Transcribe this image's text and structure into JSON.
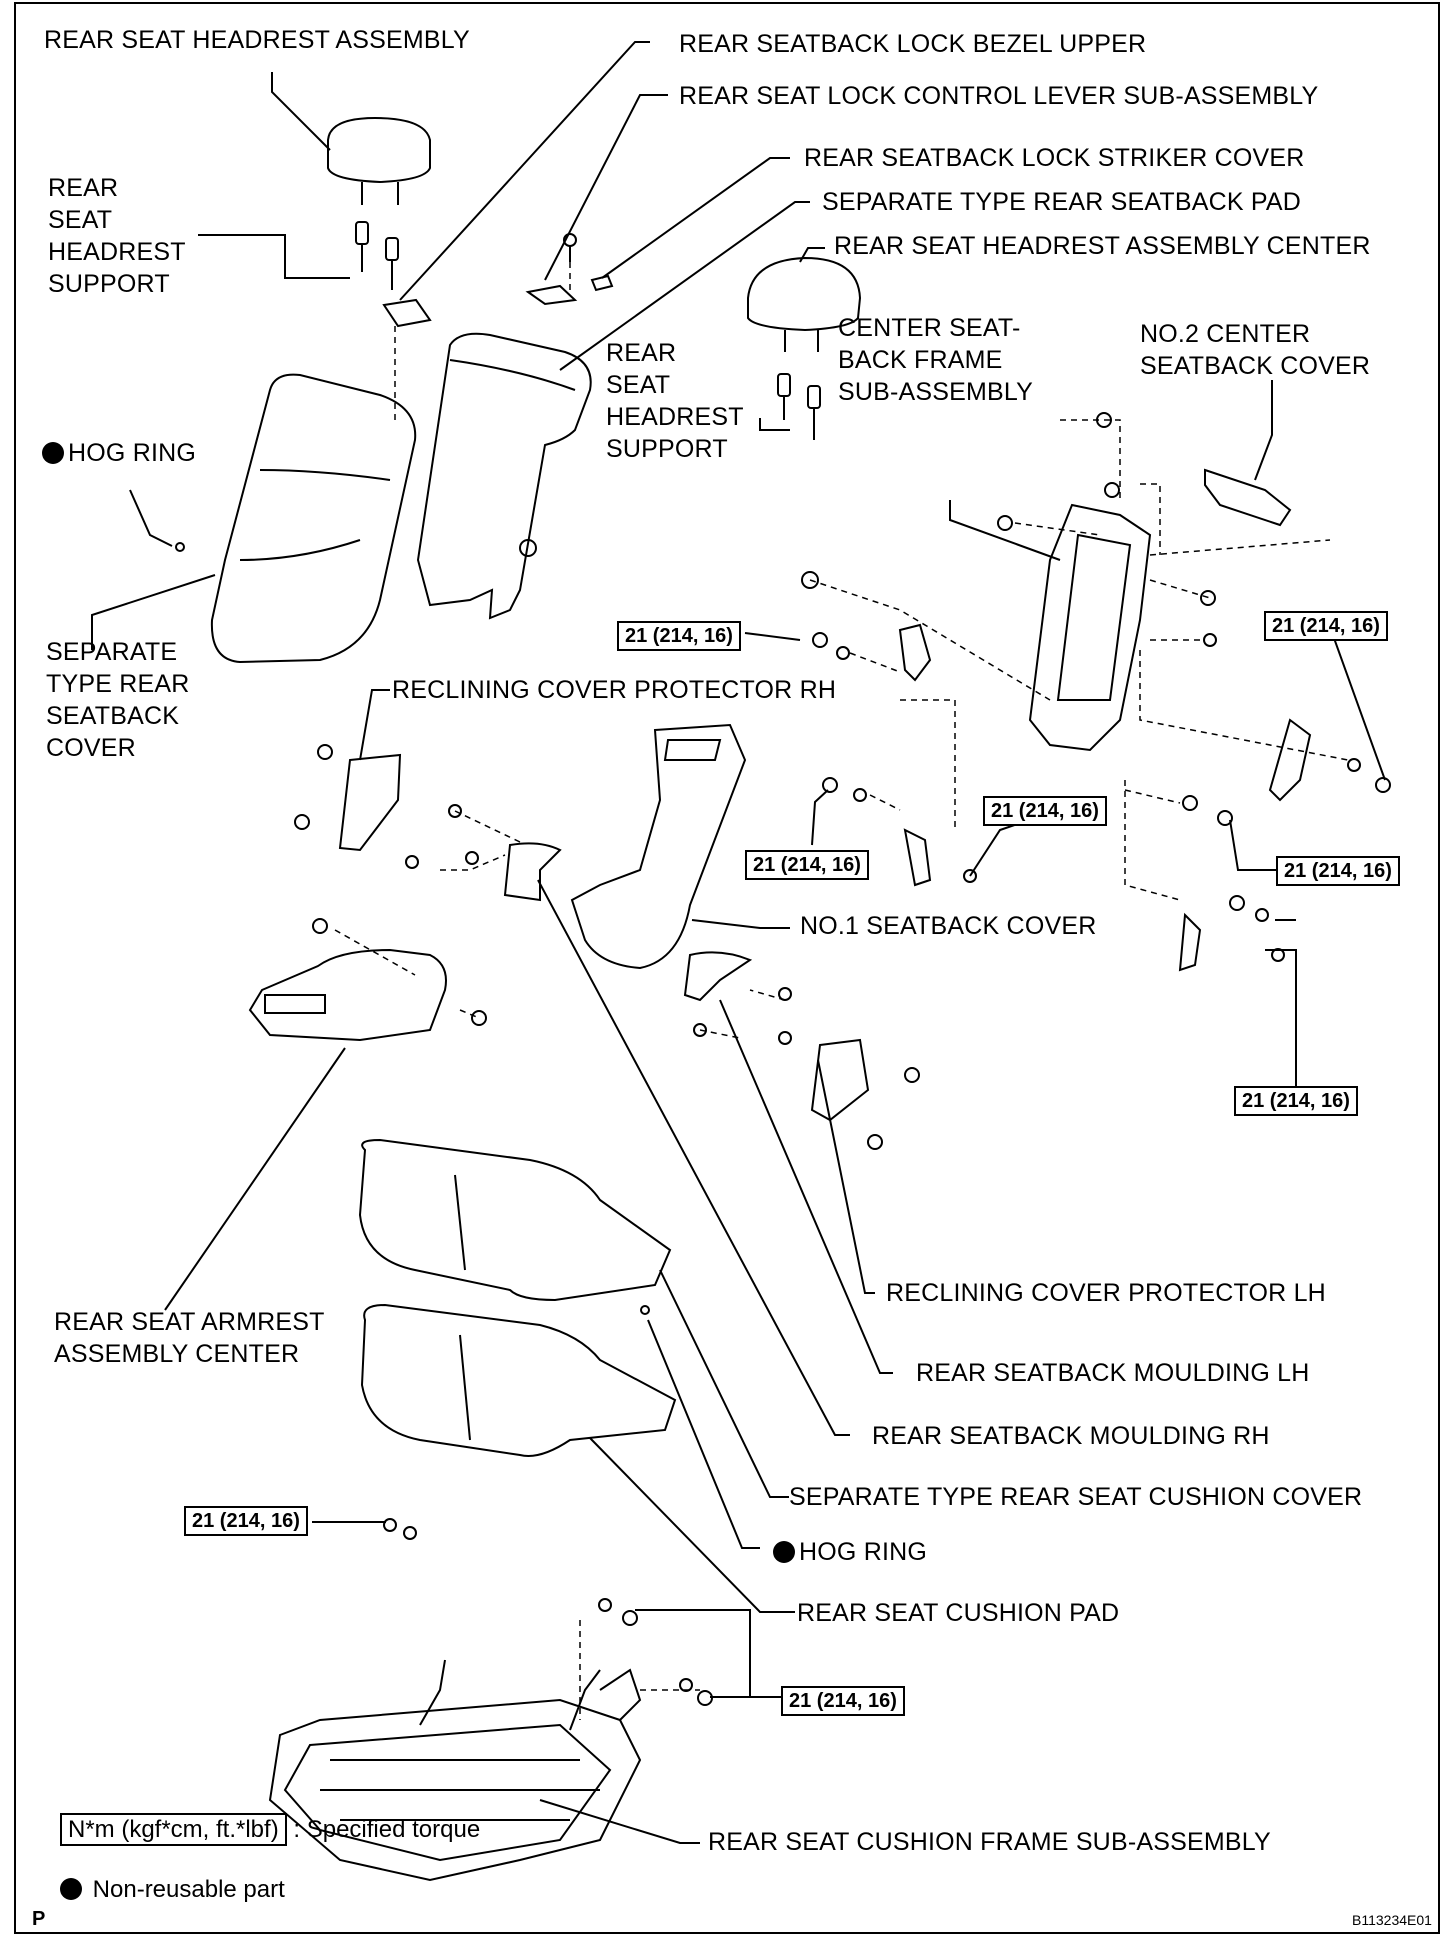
{
  "labels": {
    "rear_seat_headrest_assembly": "REAR SEAT HEADREST ASSEMBLY",
    "rear_seat_headrest_support_left": "REAR\nSEAT\nHEADREST\nSUPPORT",
    "hog_ring_upper": "HOG RING",
    "separate_type_rear_seatback_cover": "SEPARATE\nTYPE REAR\nSEATBACK\nCOVER",
    "rear_seatback_lock_bezel_upper": "REAR SEATBACK LOCK BEZEL UPPER",
    "rear_seat_lock_control_lever": "REAR SEAT LOCK CONTROL LEVER SUB-ASSEMBLY",
    "rear_seatback_lock_striker_cover": "REAR SEATBACK LOCK STRIKER COVER",
    "separate_type_rear_seatback_pad": "SEPARATE TYPE REAR SEATBACK PAD",
    "rear_seat_headrest_assembly_center": "REAR SEAT HEADREST ASSEMBLY CENTER",
    "rear_seat_headrest_support_center": "REAR\nSEAT\nHEADREST\nSUPPORT",
    "center_seatback_frame": "CENTER SEAT-\nBACK FRAME\nSUB-ASSEMBLY",
    "no2_center_seatback_cover": "NO.2 CENTER\nSEATBACK COVER",
    "reclining_cover_protector_rh": "RECLINING COVER PROTECTOR RH",
    "no1_seatback_cover": "NO.1 SEATBACK COVER",
    "rear_seat_armrest_assembly_center": "REAR SEAT ARMREST\nASSEMBLY CENTER",
    "reclining_cover_protector_lh": "RECLINING COVER PROTECTOR LH",
    "rear_seatback_moulding_lh": "REAR SEATBACK MOULDING LH",
    "rear_seatback_moulding_rh": "REAR SEATBACK MOULDING RH",
    "separate_type_rear_seat_cushion_cover": "SEPARATE TYPE REAR SEAT CUSHION COVER",
    "hog_ring_lower": "HOG RING",
    "rear_seat_cushion_pad": "REAR SEAT CUSHION PAD",
    "rear_seat_cushion_frame": "REAR SEAT CUSHION FRAME SUB-ASSEMBLY"
  },
  "torque": "21 (214, 16)",
  "legend": {
    "torque_unit": "N*m (kgf*cm, ft.*lbf)",
    "torque_text": ": Specified torque",
    "non_reusable": "Non-reusable part"
  },
  "figure_id": "B113234E01",
  "page_mark": "P"
}
